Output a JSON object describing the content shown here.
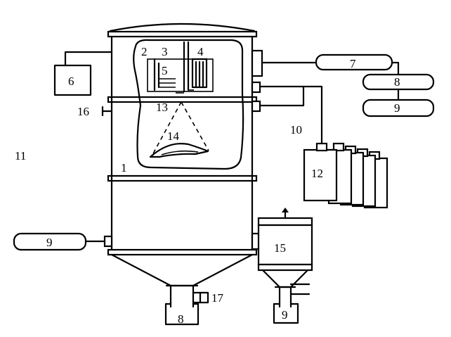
{
  "labels": {
    "n1": "1",
    "n2": "2",
    "n3": "3",
    "n4": "4",
    "n5": "5",
    "n6": "6",
    "n7": "7",
    "n8_right": "8",
    "n9_right": "9",
    "n10": "10",
    "n11": "11",
    "n12": "12",
    "n13": "13",
    "n14": "14",
    "n15": "15",
    "n16": "16",
    "n17": "17",
    "n9_left": "9",
    "n8_bottom": "8",
    "n9_bottom": "9"
  }
}
